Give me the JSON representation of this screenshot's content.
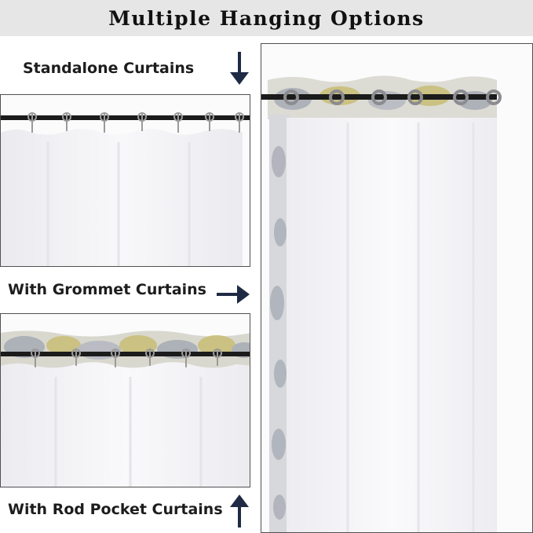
{
  "title": "Multiple Hanging Options",
  "labels": {
    "standalone": "Standalone Curtains",
    "grommet": "With Grommet Curtains",
    "rod_pocket": "With Rod Pocket Curtains"
  },
  "icons": {
    "standalone_arrow": "arrow-down-icon",
    "grommet_arrow": "arrow-right-icon",
    "rod_pocket_arrow": "arrow-up-icon"
  },
  "colors": {
    "title_bar": "#e6e6e6",
    "arrow": "#1f2a44",
    "curtain": "#f2f2f5",
    "rod": "#1b1b1b",
    "pattern_yellow": "#c9bf7a",
    "pattern_grey": "#a9adb6"
  }
}
